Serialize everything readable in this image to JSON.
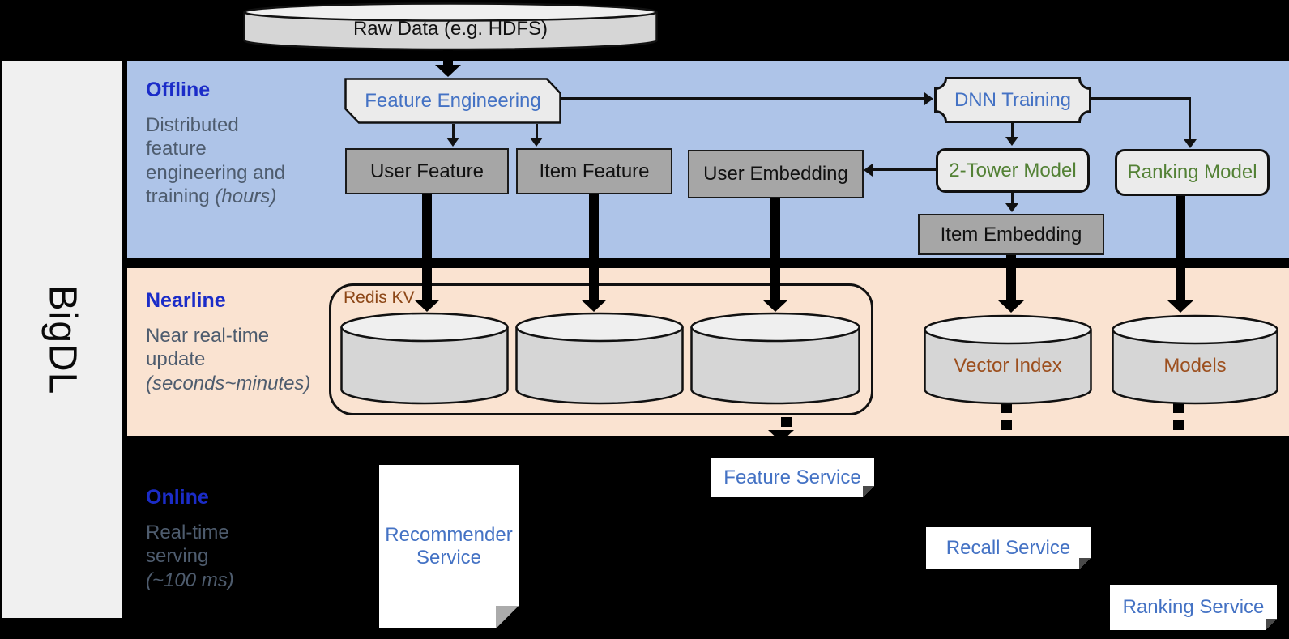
{
  "brand": {
    "label": "BigDL"
  },
  "raw_data": {
    "label": "Raw Data (e.g. HDFS)"
  },
  "sections": {
    "offline": {
      "title": "Offline",
      "desc": "Distributed feature engineering and training",
      "desc_italic": "(hours)"
    },
    "nearline": {
      "title": "Nearline",
      "desc": "Near real-time update",
      "desc_italic": "(seconds~minutes)"
    },
    "online": {
      "title": "Online",
      "desc": "Real-time serving",
      "desc_italic": "(~100 ms)"
    }
  },
  "nodes": {
    "feature_engineering": "Feature Engineering",
    "user_feature": "User Feature",
    "item_feature": "Item Feature",
    "user_embedding": "User Embedding",
    "dnn_training": "DNN Training",
    "two_tower_model": "2-Tower Model",
    "ranking_model": "Ranking Model",
    "item_embedding": "Item Embedding",
    "redis_kv": "Redis KV",
    "vector_index": "Vector Index",
    "models": "Models",
    "recommender_service": "Recommender Service",
    "feature_service": "Feature Service",
    "recall_service": "Recall Service",
    "ranking_service": "Ranking Service"
  },
  "colors": {
    "band_blue": "#AEC4E8",
    "band_peach": "#FAE3D1",
    "section_title_blue": "#1B2CC8",
    "section_desc_slate": "#4E5C6E",
    "node_text_blue": "#4472C4",
    "node_text_green": "#538135",
    "node_text_brown": "#9C4F1E",
    "gray_box_fill": "#A6A6A6",
    "light_box_fill": "#EBEBEB",
    "cylinder_fill": "#D6D6D6",
    "panel_gray": "#F0F0F0"
  }
}
